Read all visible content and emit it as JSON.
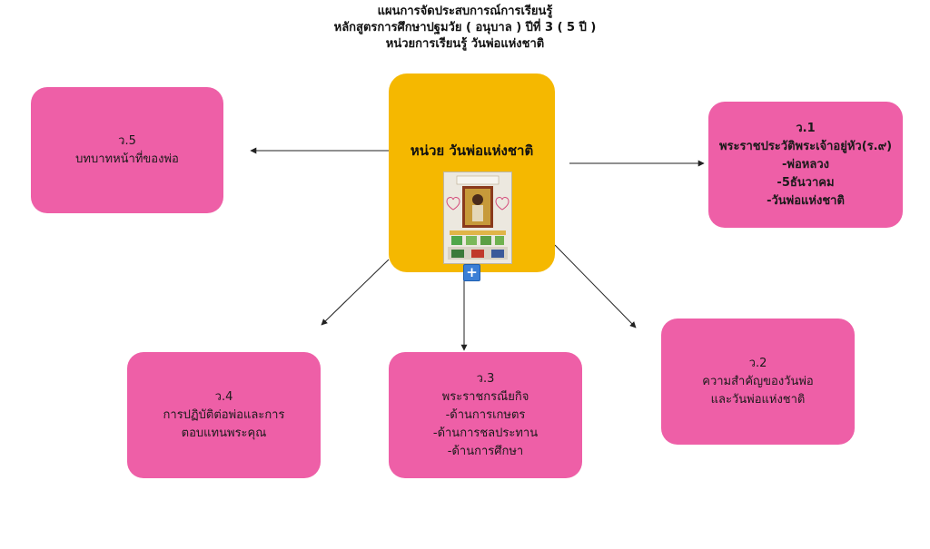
{
  "header": {
    "line1": "แผนการจัดประสบการณ์การเรียนรู้",
    "line2": "หลักสูตรการศึกษาปฐมวัย ( อนุบาล ) ปีที่ 3 ( 5 ปี )",
    "line3": "หน่วยการเรียนรู้ วันพ่อแห่งชาติ"
  },
  "center": {
    "title": "หน่วย วันพ่อแห่งชาติ",
    "add_label": "+"
  },
  "nodes": {
    "w1": {
      "label": "ว.1",
      "lines": [
        "พระราชประวัติพระเจ้าอยู่หัว(ร.๙)",
        "-พ่อหลวง",
        "-5ธันวาคม",
        "-วันพ่อแห่งชาติ"
      ]
    },
    "w2": {
      "label": "ว.2",
      "lines": [
        "ความสำคัญของวันพ่อ",
        "และวันพ่อแห่งชาติ"
      ]
    },
    "w3": {
      "label": "ว.3",
      "lines": [
        "พระราชกรณียกิจ",
        "-ด้านการเกษตร",
        "-ด้านการชลประทาน",
        "-ด้านการศึกษา"
      ]
    },
    "w4": {
      "label": "ว.4",
      "lines": [
        "การปฏิบัติต่อพ่อและการ",
        "ตอบแทนพระคุณ"
      ]
    },
    "w5": {
      "label": "ว.5",
      "lines": [
        "บทบาทหน้าที่ของพ่อ"
      ]
    }
  },
  "colors": {
    "box_fill": "#ee5fa7",
    "center_fill": "#f5b800",
    "add_button": "#3b7fd6"
  },
  "icons": {
    "add": "plus-icon"
  }
}
